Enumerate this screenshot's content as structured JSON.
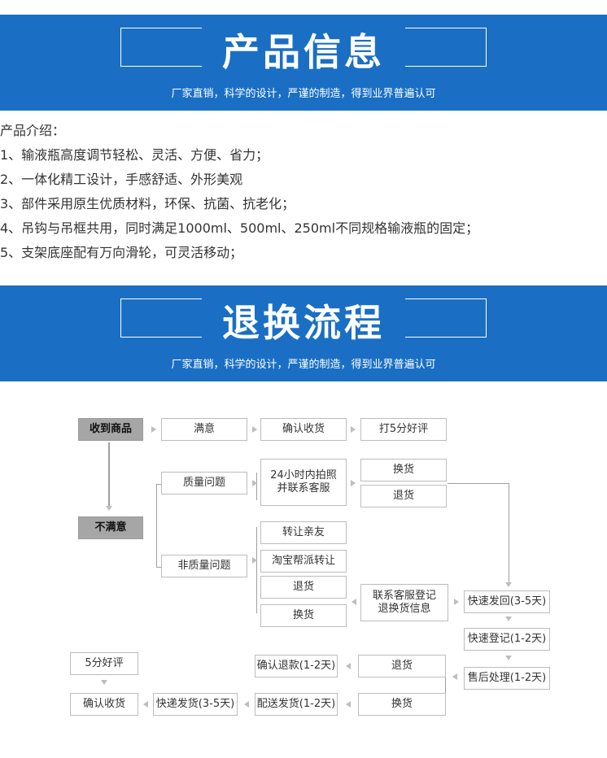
{
  "banner_product": {
    "title": "产品信息",
    "subtitle": "厂家直销，科学的设计，严谨的制造，得到业界普遍认可"
  },
  "intro": {
    "heading": "产品介绍：",
    "items": [
      "1、输液瓶高度调节轻松、灵活、方便、省力；",
      "2、一体化精工设计，手感舒适、外形美观",
      "3、部件采用原生优质材料，环保、抗菌、抗老化；",
      "4、吊钩与吊框共用，同时满足1000ml、500ml、250ml不同规格输液瓶的固定；",
      "5、支架底座配有万向滑轮，可灵活移动；"
    ]
  },
  "banner_return": {
    "title": "退换流程",
    "subtitle": "厂家直销，科学的设计，严谨的制造，得到业界普遍认可"
  },
  "flow": {
    "receive": "收到商品",
    "satisfied": "满意",
    "confirm_receipt": "确认收货",
    "five_star": "打5分好评",
    "quality_issue": "质量问题",
    "photo_contact": "24小时内拍照\n并联系客服",
    "exchange": "换货",
    "return": "退货",
    "unsatisfied": "不满意",
    "transfer_friend": "转让亲友",
    "taobao_transfer": "淘宝帮派转让",
    "non_quality_issue": "非质量问题",
    "return2": "退货",
    "exchange2": "换货",
    "contact_register": "联系客服登记\n退换货信息",
    "quick_ship_back": "快速发回(3-5天)",
    "quick_register": "快速登记(1-2天)",
    "after_sales": "售后处理(1-2天)",
    "return3": "退货",
    "exchange3": "换货",
    "confirm_refund": "确认退款(1-2天)",
    "delivery": "配送发货(1-2天)",
    "express_ship": "快递发货(3-5天)",
    "confirm_receipt2": "确认收货",
    "five_star2": "5分好评"
  }
}
